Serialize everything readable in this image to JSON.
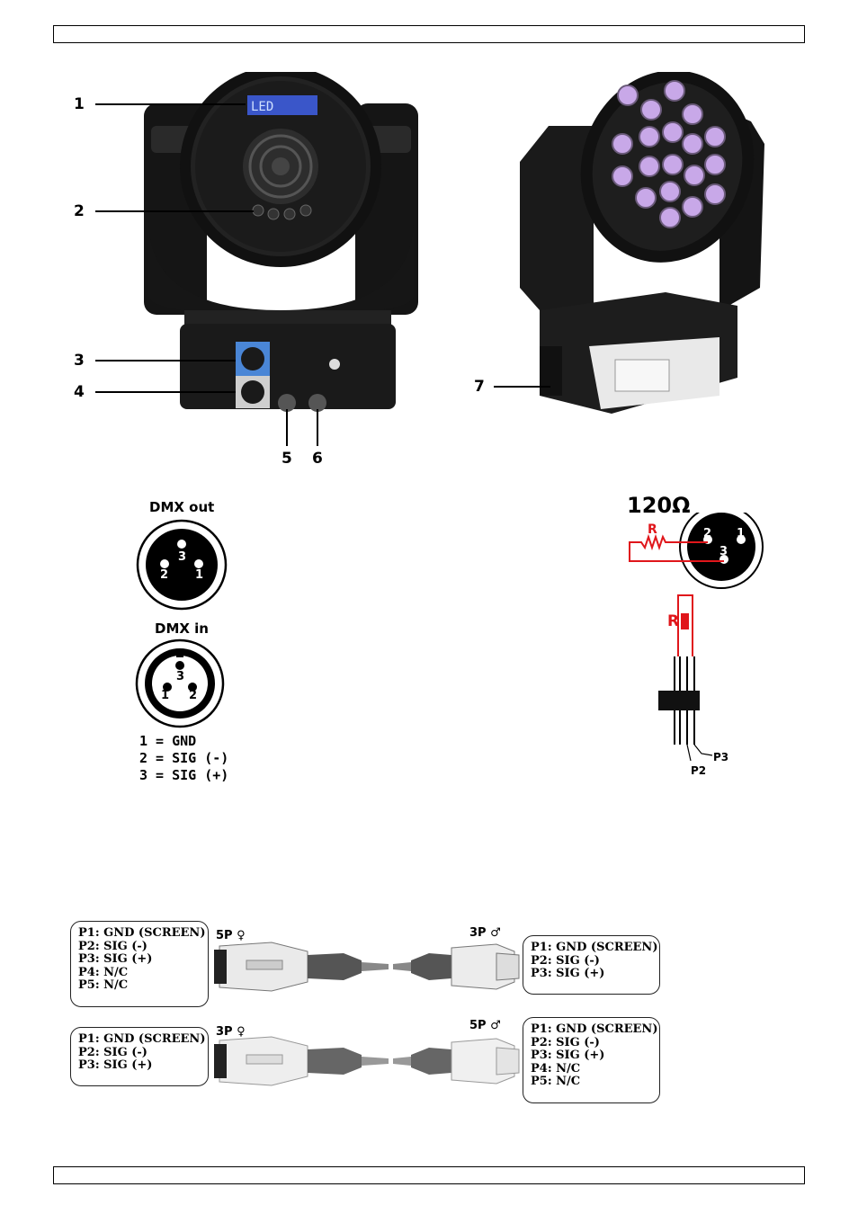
{
  "photo_callouts": [
    "1",
    "2",
    "3",
    "4",
    "5",
    "6",
    "7"
  ],
  "lcd_text": "LED",
  "dmx_out": {
    "title": "DMX out",
    "pins": [
      "1",
      "2",
      "3"
    ]
  },
  "dmx_in": {
    "title": "DMX in",
    "pins": [
      "1",
      "2",
      "3"
    ]
  },
  "pin_legend": [
    "1 = GND",
    "2 = SIG (-)",
    "3 = SIG (+)"
  ],
  "terminator": {
    "value": "120Ω",
    "resistor_label": "R",
    "pins": [
      "1",
      "2",
      "3"
    ],
    "lead_labels": [
      "P2",
      "P3"
    ]
  },
  "cable1": {
    "left_label": "5P ♀",
    "right_label": "3P ♂",
    "left_pins": [
      "P1: GND (SCREEN)",
      "P2: SIG (-)",
      "P3: SIG (+)",
      "P4: N/C",
      "P5: N/C"
    ],
    "right_pins": [
      "P1: GND (SCREEN)",
      "P2: SIG (-)",
      "P3: SIG (+)"
    ]
  },
  "cable2": {
    "left_label": "3P ♀",
    "right_label": "5P ♂",
    "left_pins": [
      "P1: GND (SCREEN)",
      "P2: SIG (-)",
      "P3: SIG (+)"
    ],
    "right_pins": [
      "P1: GND (SCREEN)",
      "P2: SIG (-)",
      "P3: SIG (+)",
      "P4: N/C",
      "P5: N/C"
    ]
  },
  "colors": {
    "red": "#e0161b",
    "led": "#c8a8e8",
    "body": "#1c1c1c"
  }
}
